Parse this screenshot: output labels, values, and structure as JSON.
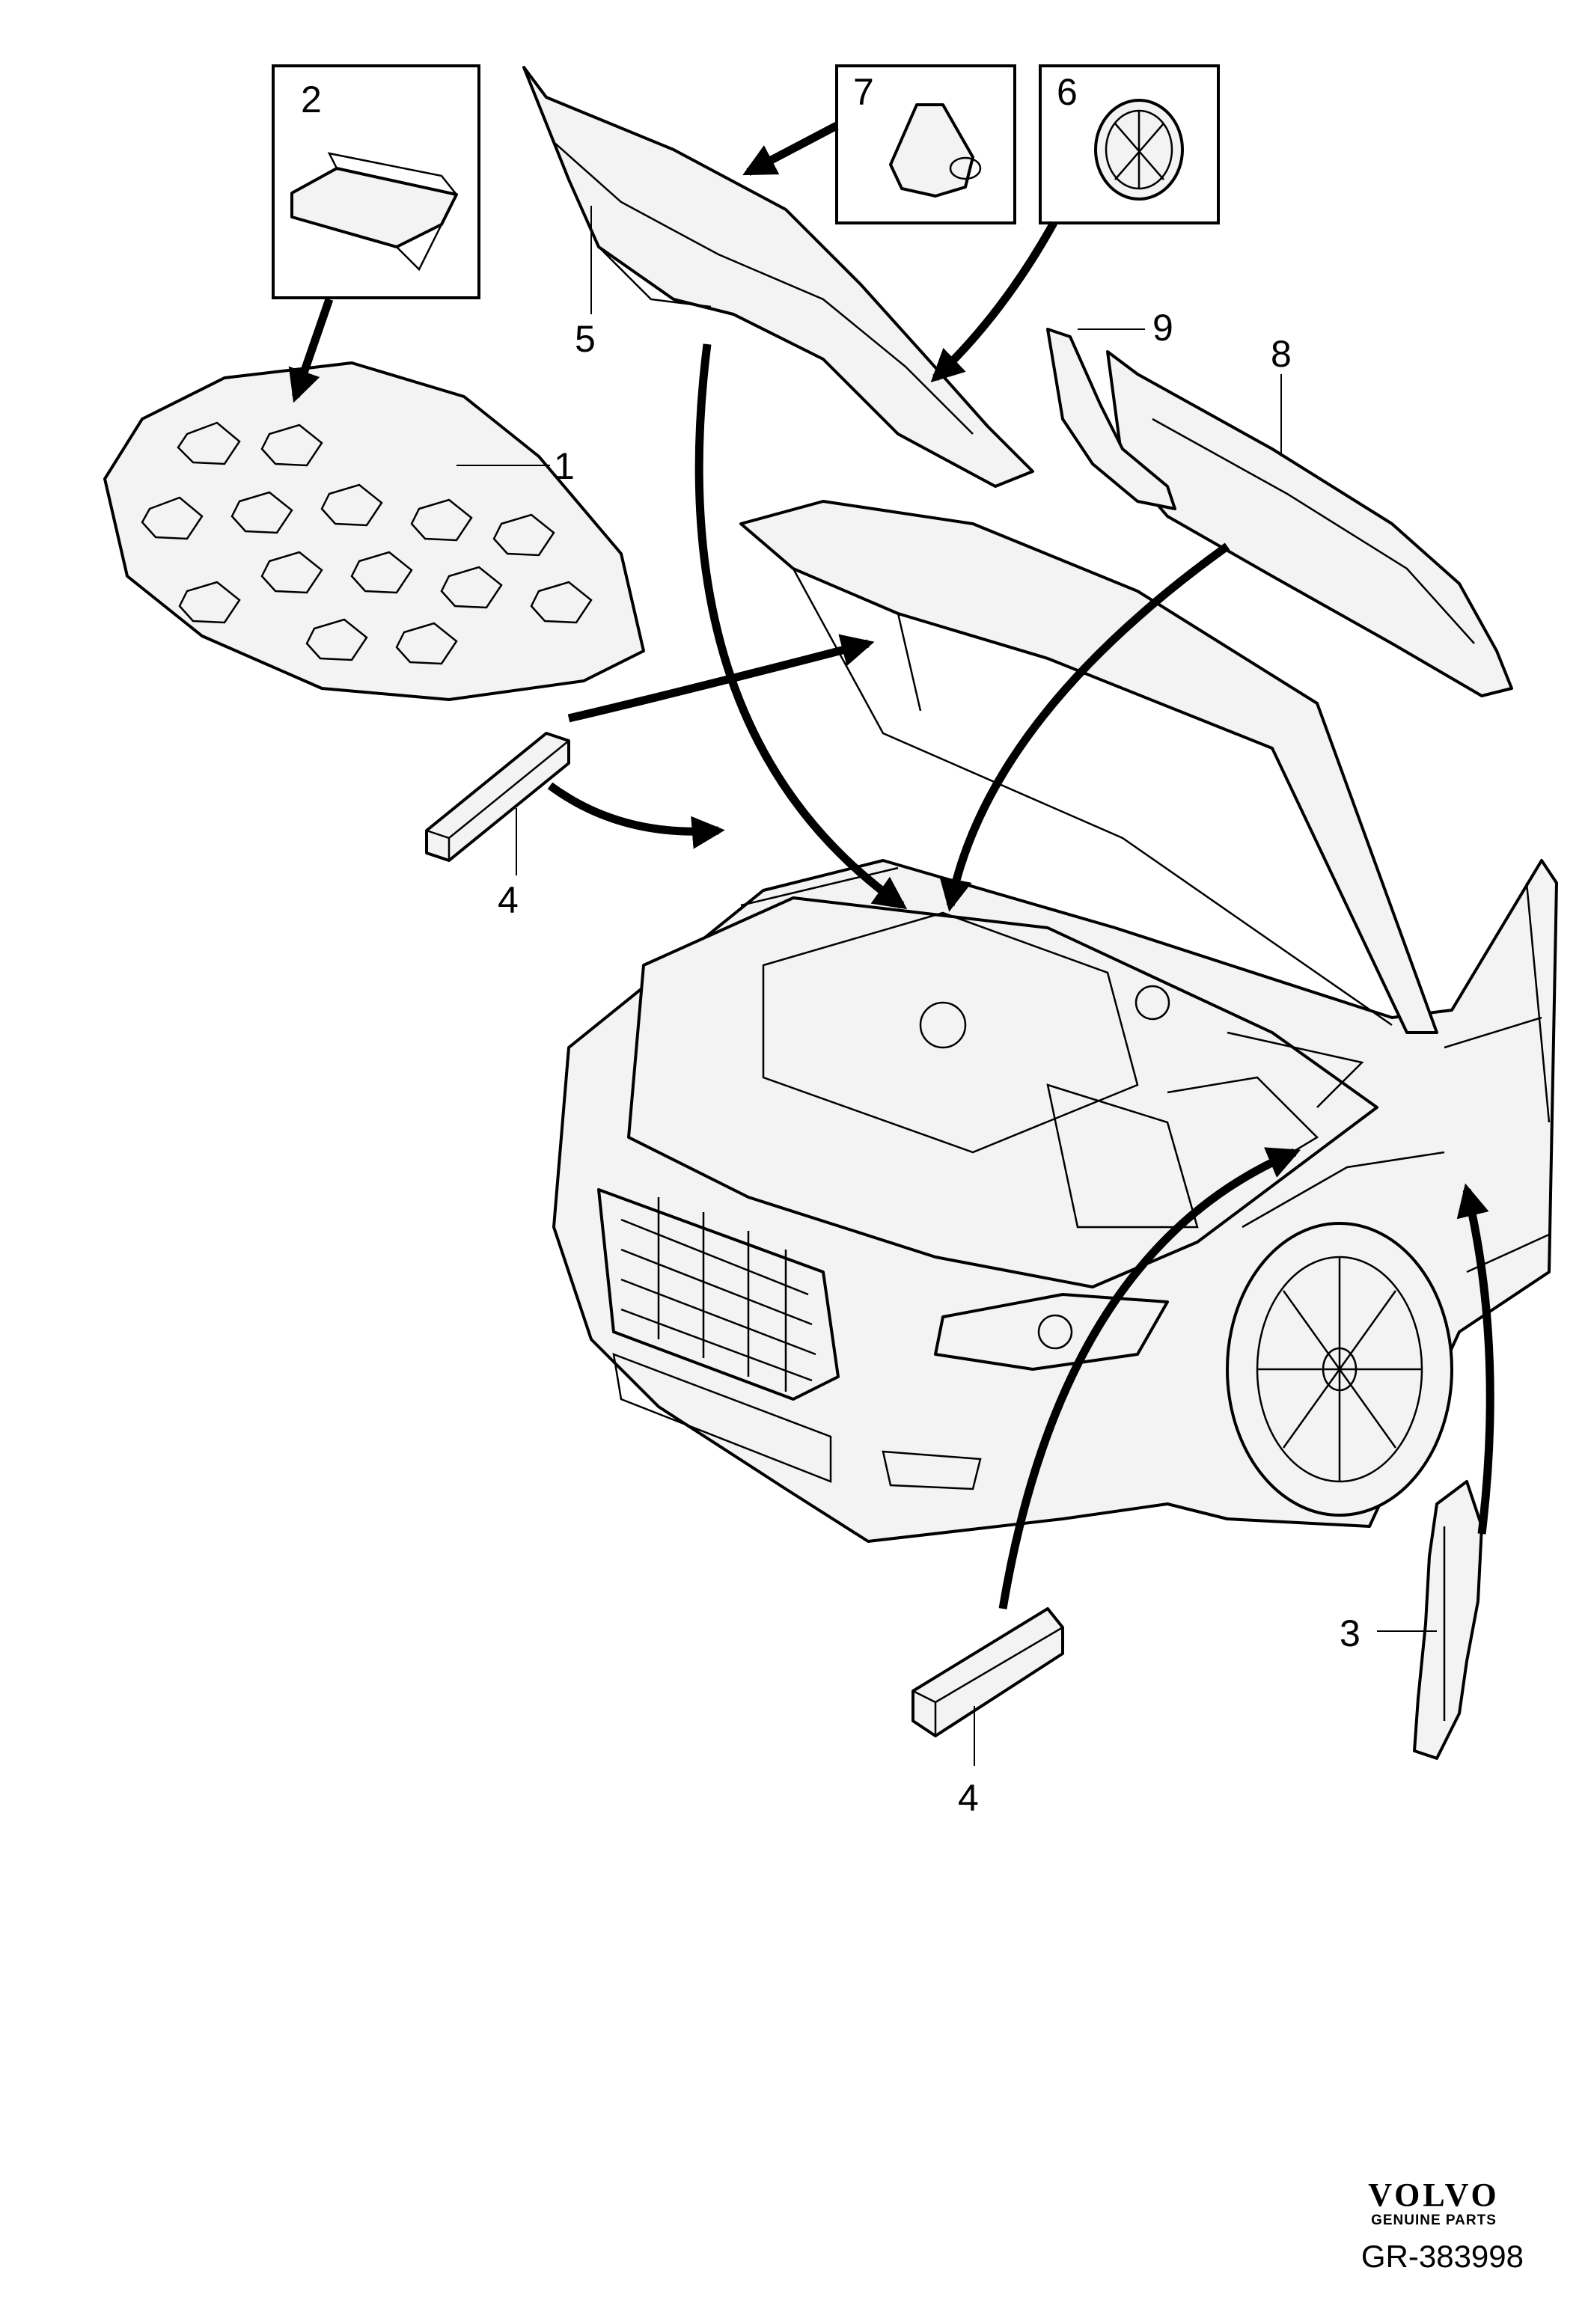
{
  "callouts": {
    "c1": "1",
    "c2": "2",
    "c3": "3",
    "c4a": "4",
    "c4b": "4",
    "c5": "5",
    "c6": "6",
    "c7": "7",
    "c8": "8",
    "c9": "9"
  },
  "brand": {
    "logo": "VOLVO",
    "subtitle": "GENUINE PARTS"
  },
  "reference": "GR-383998",
  "colors": {
    "line": "#000000",
    "part_fill": "#f3f3f3",
    "background": "#ffffff"
  }
}
